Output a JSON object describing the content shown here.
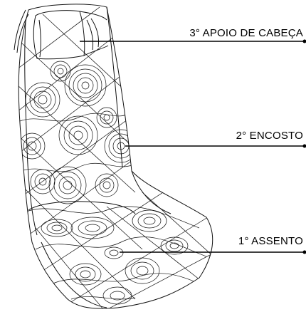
{
  "diagram": {
    "callouts": [
      {
        "id": "headrest",
        "text": "3° APOIO DE CABEÇA"
      },
      {
        "id": "backrest",
        "text": "2° ENCOSTO"
      },
      {
        "id": "seat",
        "text": "1° ASSENTO"
      }
    ]
  }
}
